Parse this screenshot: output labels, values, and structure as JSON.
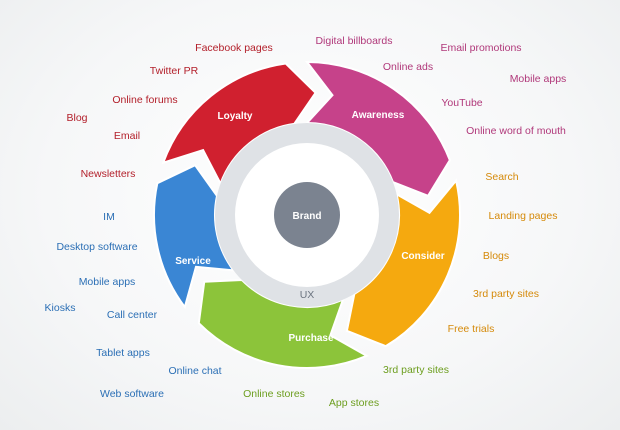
{
  "center": {
    "brand": "Brand",
    "ux": "UX"
  },
  "colors": {
    "loyalty": "#d0202f",
    "awareness": "#c6428a",
    "consider": "#f5a90f",
    "purchase": "#8cc43a",
    "service": "#3a86d4",
    "brand_circle": "#7b8390"
  },
  "segments": {
    "loyalty": {
      "label": "Loyalty",
      "channels": [
        "Facebook pages",
        "Twitter PR",
        "Online forums",
        "Blog",
        "Email",
        "Newsletters"
      ]
    },
    "awareness": {
      "label": "Awareness",
      "channels": [
        "Digital billboards",
        "Online ads",
        "Email promotions",
        "Mobile apps",
        "YouTube",
        "Online word of mouth"
      ]
    },
    "consider": {
      "label": "Consider",
      "channels": [
        "Search",
        "Landing pages",
        "Blogs",
        "3rd party sites",
        "Free trials"
      ]
    },
    "purchase": {
      "label": "Purchase",
      "channels": [
        "3rd party sites",
        "App stores",
        "Online stores"
      ]
    },
    "service": {
      "label": "Service",
      "channels": [
        "IM",
        "Desktop software",
        "Mobile apps",
        "Kiosks",
        "Call center",
        "Tablet apps",
        "Online chat",
        "Web software"
      ]
    }
  }
}
